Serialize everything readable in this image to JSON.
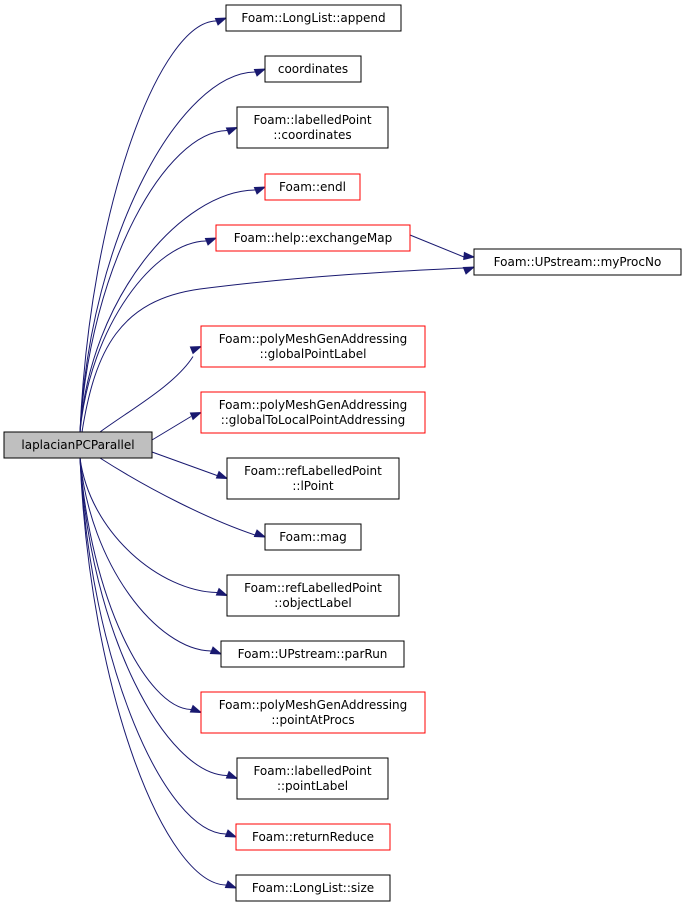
{
  "root": {
    "id": "root",
    "lines": [
      "laplacianPCParallel"
    ],
    "fill": "#bfbfbf",
    "border": "#000000"
  },
  "nodes": [
    {
      "id": "append",
      "lines": [
        "Foam::LongList::append"
      ],
      "border": "#000000"
    },
    {
      "id": "coordinates",
      "lines": [
        "coordinates"
      ],
      "border": "#000000"
    },
    {
      "id": "lp_coordinates",
      "lines": [
        "Foam::labelledPoint",
        "::coordinates"
      ],
      "border": "#000000"
    },
    {
      "id": "endl",
      "lines": [
        "Foam::endl"
      ],
      "border": "#ff0000"
    },
    {
      "id": "exchangeMap",
      "lines": [
        "Foam::help::exchangeMap"
      ],
      "border": "#ff0000"
    },
    {
      "id": "myProcNo",
      "lines": [
        "Foam::UPstream::myProcNo"
      ],
      "border": "#000000"
    },
    {
      "id": "globalPointLabel",
      "lines": [
        "Foam::polyMeshGenAddressing",
        "::globalPointLabel"
      ],
      "border": "#ff0000"
    },
    {
      "id": "globalToLocal",
      "lines": [
        "Foam::polyMeshGenAddressing",
        "::globalToLocalPointAddressing"
      ],
      "border": "#ff0000"
    },
    {
      "id": "lPoint",
      "lines": [
        "Foam::refLabelledPoint",
        "::lPoint"
      ],
      "border": "#000000"
    },
    {
      "id": "mag",
      "lines": [
        "Foam::mag"
      ],
      "border": "#000000"
    },
    {
      "id": "objectLabel",
      "lines": [
        "Foam::refLabelledPoint",
        "::objectLabel"
      ],
      "border": "#000000"
    },
    {
      "id": "parRun",
      "lines": [
        "Foam::UPstream::parRun"
      ],
      "border": "#000000"
    },
    {
      "id": "pointAtProcs",
      "lines": [
        "Foam::polyMeshGenAddressing",
        "::pointAtProcs"
      ],
      "border": "#ff0000"
    },
    {
      "id": "pointLabel",
      "lines": [
        "Foam::labelledPoint",
        "::pointLabel"
      ],
      "border": "#000000"
    },
    {
      "id": "returnReduce",
      "lines": [
        "Foam::returnReduce"
      ],
      "border": "#ff0000"
    },
    {
      "id": "size",
      "lines": [
        "Foam::LongList::size"
      ],
      "border": "#000000"
    }
  ],
  "edges": [
    {
      "from": "root",
      "to": "append"
    },
    {
      "from": "root",
      "to": "coordinates"
    },
    {
      "from": "root",
      "to": "lp_coordinates"
    },
    {
      "from": "root",
      "to": "endl"
    },
    {
      "from": "root",
      "to": "exchangeMap"
    },
    {
      "from": "root",
      "to": "myProcNo"
    },
    {
      "from": "exchangeMap",
      "to": "myProcNo"
    },
    {
      "from": "root",
      "to": "globalPointLabel"
    },
    {
      "from": "root",
      "to": "globalToLocal"
    },
    {
      "from": "root",
      "to": "lPoint"
    },
    {
      "from": "root",
      "to": "mag"
    },
    {
      "from": "root",
      "to": "objectLabel"
    },
    {
      "from": "root",
      "to": "parRun"
    },
    {
      "from": "root",
      "to": "pointAtProcs"
    },
    {
      "from": "root",
      "to": "pointLabel"
    },
    {
      "from": "root",
      "to": "returnReduce"
    },
    {
      "from": "root",
      "to": "size"
    }
  ],
  "colors": {
    "edge": "#191970",
    "called_black": "#000000",
    "called_red": "#ff0000",
    "root_fill": "#bfbfbf"
  }
}
